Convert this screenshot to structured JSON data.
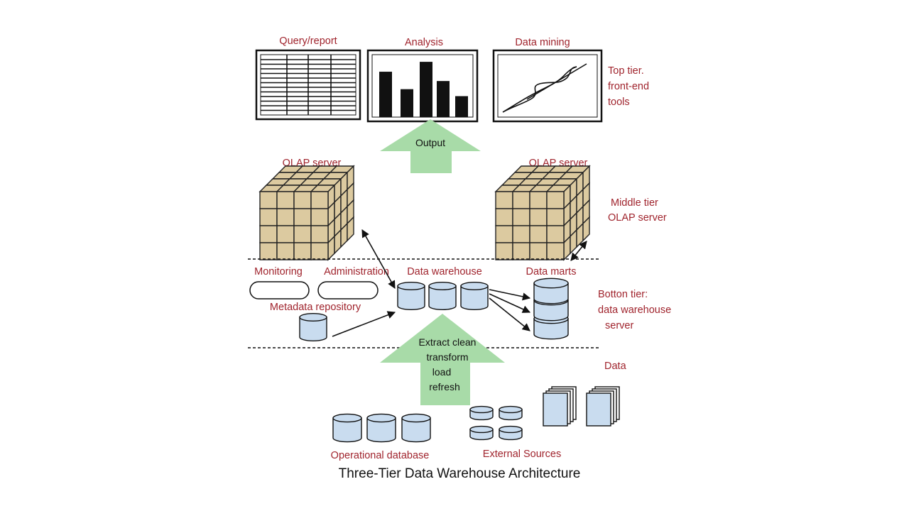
{
  "colors": {
    "label": "#a0242d",
    "cylinder_fill": "#c9dcef",
    "cube_fill": "#dccaa0",
    "arrow_fill": "#a8dba8"
  },
  "top_tier": {
    "query_report": "Query/report",
    "analysis": "Analysis",
    "data_mining": "Data mining",
    "tier_label": [
      "Top tier.",
      "front-end",
      "tools"
    ],
    "analysis_bars": [
      0.78,
      0.48,
      0.95,
      0.62,
      0.36
    ]
  },
  "output_arrow": "Output",
  "middle_tier": {
    "olap_left": "OLAP server",
    "olap_right": "OLAP server",
    "tier_label": [
      "Middle tier",
      "OLAP server"
    ]
  },
  "bottom_tier": {
    "monitoring": "Monitoring",
    "administration": "Administration",
    "data_warehouse": "Data warehouse",
    "data_marts": "Data marts",
    "metadata_repository": "Metadata repository",
    "tier_label": [
      "Botton tier:",
      "data warehouse",
      "server"
    ]
  },
  "etl_arrow": [
    "Extract clean",
    "transform",
    "load",
    "refresh"
  ],
  "data_layer": {
    "data_label": "Data",
    "operational_database": "Operational database",
    "external_sources": "External Sources"
  },
  "caption": "Three-Tier Data Warehouse Architecture"
}
